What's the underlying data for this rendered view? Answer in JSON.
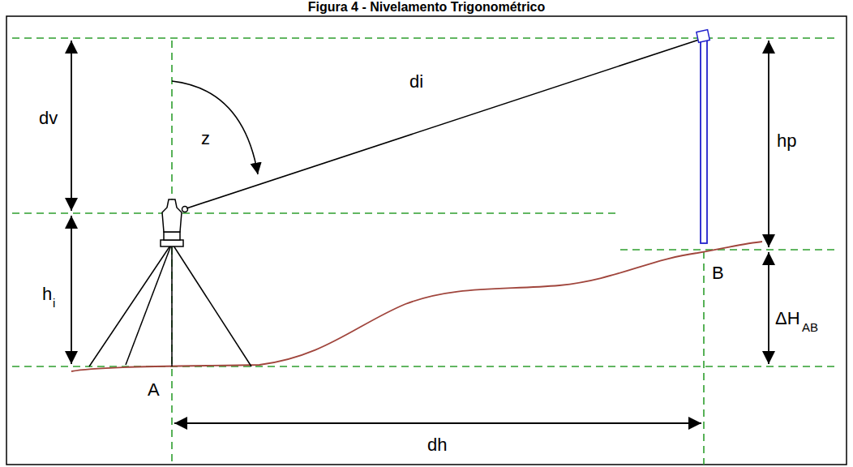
{
  "diagram": {
    "title": "Figura 4 - Nivelamento Trigonométrico",
    "labels": [
      "dv",
      "z",
      "di",
      "hp",
      "h",
      "i",
      "A",
      "B",
      "ΔH",
      "AB",
      "dh"
    ]
  }
}
